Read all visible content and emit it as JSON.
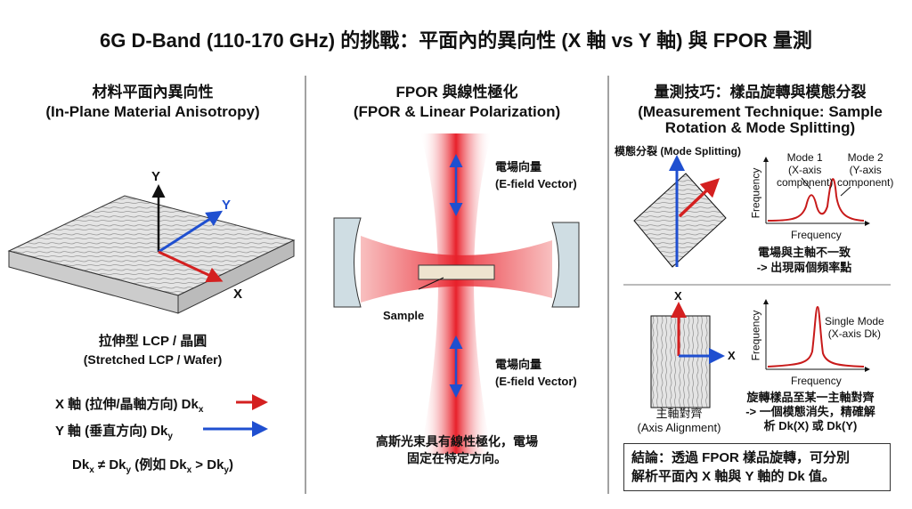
{
  "title": "6G D-Band (110-170 GHz) 的挑戰：平面內的異向性 (X 軸 vs Y 軸) 與 FPOR 量測",
  "colors": {
    "x_axis": "#d42020",
    "y_axis": "#1f4fd0",
    "beam": "#e8202a"
  },
  "left": {
    "heading_zh": "材料平面內異向性",
    "heading_en": "(In-Plane Material Anisotropy)",
    "axis_y": "Y",
    "axis_y_blue": "Y",
    "axis_x": "X",
    "caption_zh": "拉伸型 LCP / 晶圓",
    "caption_en": "(Stretched LCP / Wafer)",
    "x_line": "X 軸 (拉伸/晶軸方向) Dk",
    "x_sub": "x",
    "y_line": "Y 軸 (垂直方向) Dk",
    "y_sub": "y",
    "ineq_a": "Dk",
    "ineq_b": " ≠ Dk",
    "ineq_c": " (例如 Dk",
    "ineq_d": " > Dk",
    "ineq_e": ")"
  },
  "middle": {
    "heading_zh": "FPOR 與線性極化",
    "heading_en": "(FPOR & Linear Polarization)",
    "efield_top_zh": "電場向量",
    "efield_top_en": "(E-field Vector)",
    "efield_bottom_zh": "電場向量",
    "efield_bottom_en": "(E-field Vector)",
    "sample": "Sample",
    "caption_1": "高斯光束具有線性極化，電場",
    "caption_2": "固定在特定方向。"
  },
  "right": {
    "heading_1": "量測技巧：樣品旋轉與模態分裂",
    "heading_2": "(Measurement Technique: Sample",
    "heading_3": "Rotation & Mode Splitting)",
    "split_label": "模態分裂 (Mode Splitting)",
    "mode1": [
      "Mode 1",
      "(X-axis",
      "component)"
    ],
    "mode2": [
      "Mode 2",
      "(Y-axis",
      "component)"
    ],
    "y_axis_label": "Frequency",
    "x_axis_label": "Frequency",
    "split_caption_1": "電場與主軸不一致",
    "split_caption_2": "-> 出現兩個頻率點",
    "align_x_top": "X",
    "align_x_right": "X",
    "align_label_zh": "主軸對齊",
    "align_label_en": "(Axis Alignment)",
    "single_mode_1": "Single Mode",
    "single_mode_2": "(X-axis Dk)",
    "align_caption_1": "旋轉樣品至某一主軸對齊",
    "align_caption_2": "-> 一個模態消失，精確解",
    "align_caption_3": "析 Dk(X) 或 Dk(Y)",
    "conclusion_1": "結論：透過 FPOR 樣品旋轉，可分別",
    "conclusion_2": "解析平面內 X 軸與 Y 軸的 Dk 值。"
  }
}
